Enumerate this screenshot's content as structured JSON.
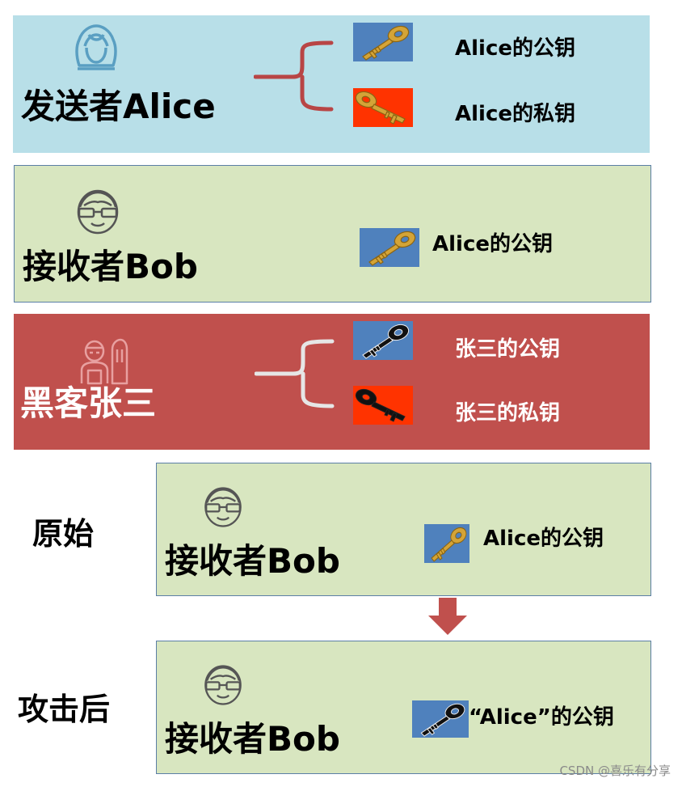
{
  "colors": {
    "alice_panel": "#b8dfe8",
    "bob_panel": "#d8e6c0",
    "hacker_panel": "#c0504d",
    "public_key_bg": "#4f81bd",
    "private_key_bg": "#ff3300",
    "gold_key": "#d4a437",
    "black_key": "#111111",
    "arrow": "#c0504d"
  },
  "alice": {
    "title": "发送者Alice",
    "icon": "female-avatar-icon",
    "public_key_label": "Alice的公钥",
    "private_key_label": "Alice的私钥"
  },
  "bob": {
    "title": "接收者Bob",
    "icon": "male-avatar-glasses-icon",
    "public_key_label": "Alice的公钥"
  },
  "hacker": {
    "title": "黑客张三",
    "icon": "hacker-figure-icon",
    "public_key_label": "张三的公钥",
    "private_key_label": "张三的私钥"
  },
  "original": {
    "side_label": "原始",
    "title": "接收者Bob",
    "public_key_label": "Alice的公钥"
  },
  "attacked": {
    "side_label": "攻击后",
    "title": "接收者Bob",
    "public_key_label": "“Alice”的公钥"
  },
  "transition_icon": "down-arrow-icon",
  "watermark": "CSDN @喜乐有分享"
}
